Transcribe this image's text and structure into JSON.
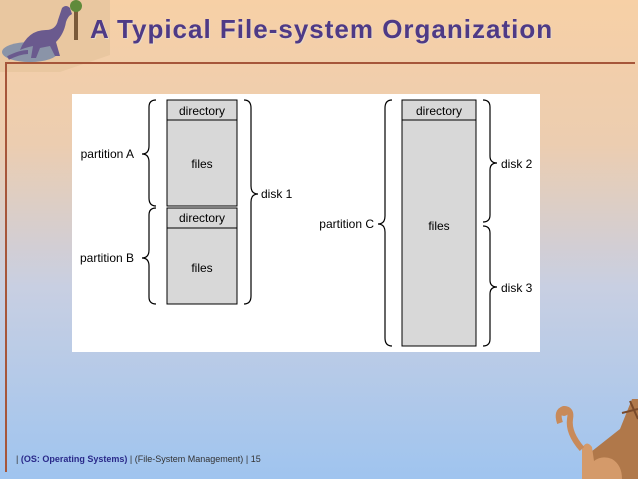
{
  "slide": {
    "title": "A Typical File-system Organization"
  },
  "diagram": {
    "left_stack": {
      "blocks": [
        {
          "label": "directory"
        },
        {
          "label": "files"
        },
        {
          "label": "directory"
        },
        {
          "label": "files"
        }
      ],
      "partitions": [
        "partition A",
        "partition B"
      ],
      "disk": "disk 1"
    },
    "right_stack": {
      "blocks": [
        {
          "label": "directory"
        },
        {
          "label": "files"
        }
      ],
      "partition": "partition C",
      "disks": [
        "disk 2",
        "disk 3"
      ]
    },
    "colors": {
      "block_fill": "#d8d8d8",
      "block_stroke": "#000000",
      "panel": "#ffffff"
    }
  },
  "footer": {
    "sep1": "|",
    "course": "(OS: Operating Systems)",
    "sep2": "|",
    "topic": "(File-System Management)",
    "sep3": "|",
    "page": "15"
  }
}
